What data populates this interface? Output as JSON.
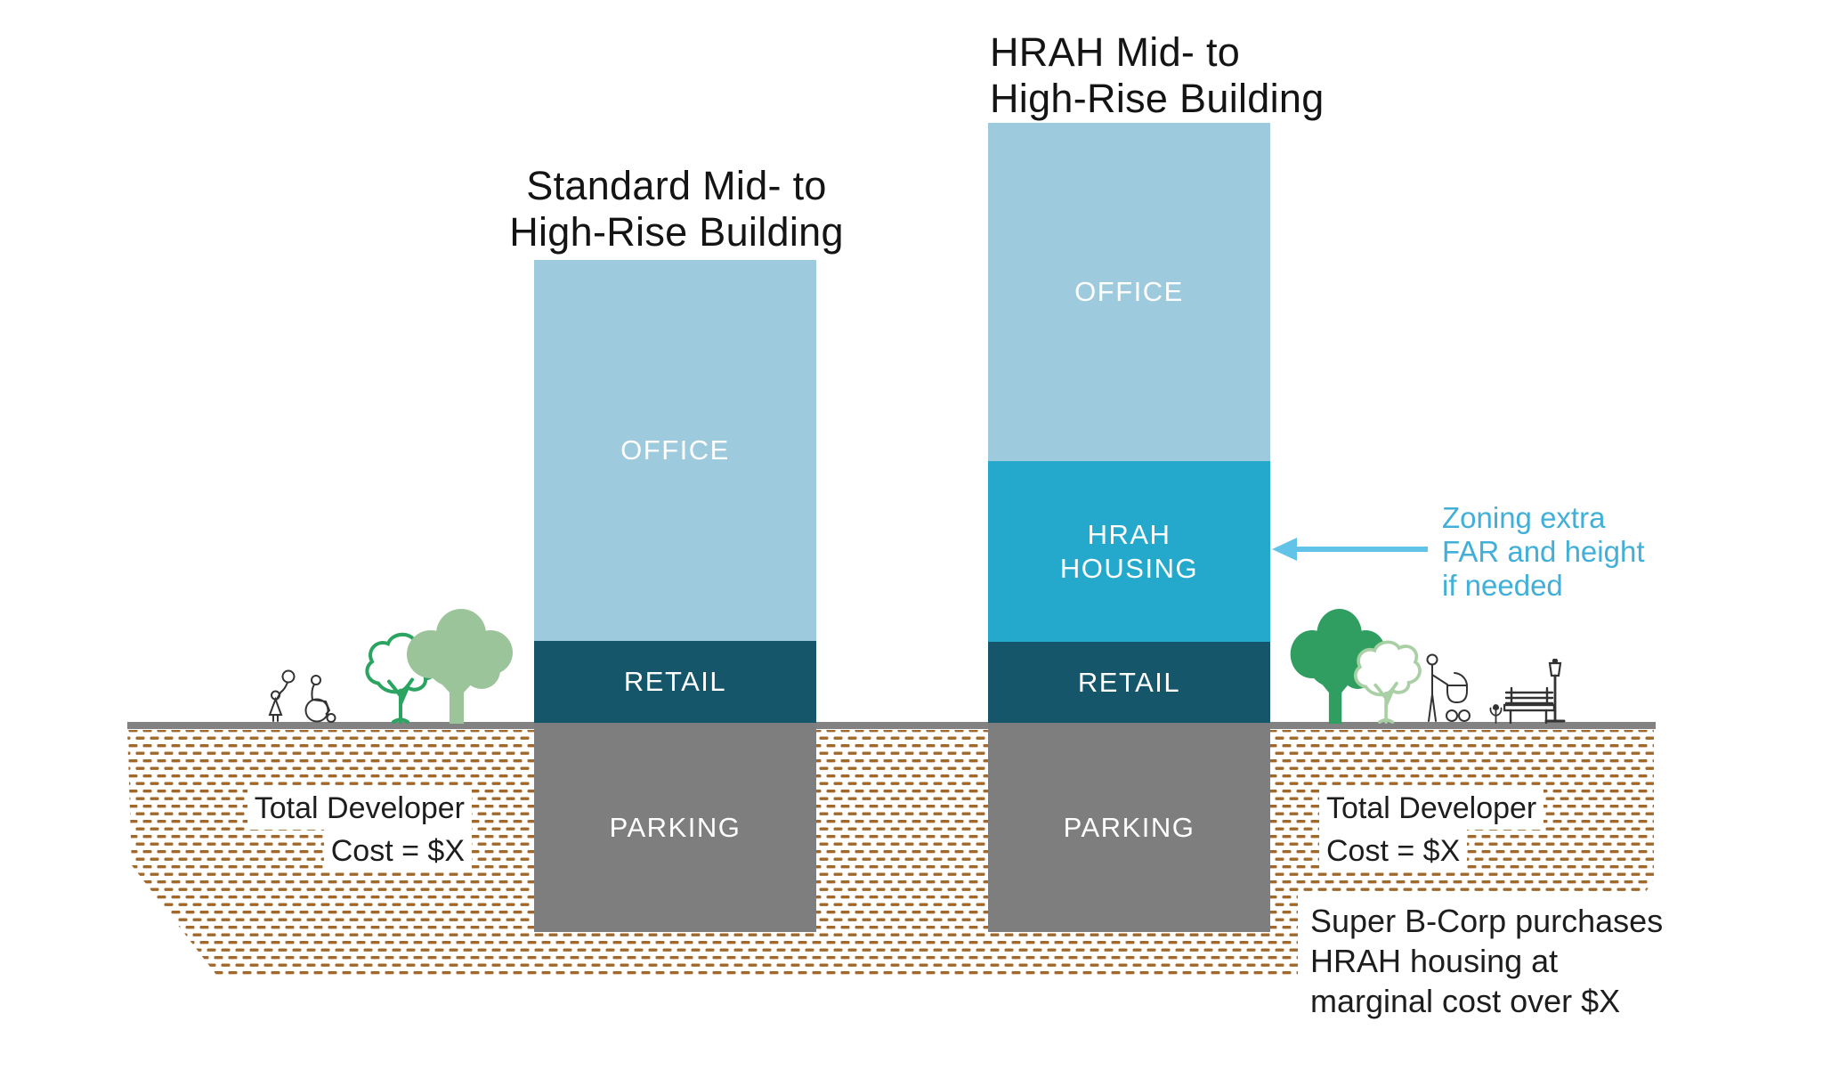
{
  "titles": {
    "standard": {
      "line1": "Standard Mid- to",
      "line2": "High-Rise Building"
    },
    "hrah": {
      "line1": "HRAH Mid- to",
      "line2": "High-Rise Building"
    }
  },
  "buildings": {
    "standard": {
      "sections": [
        {
          "label": "OFFICE",
          "color": "#9ecadd"
        },
        {
          "label": "RETAIL",
          "color": "#16566a"
        },
        {
          "label": "PARKING",
          "color": "#7e7e7e"
        }
      ]
    },
    "hrah": {
      "sections": [
        {
          "label": "OFFICE",
          "color": "#9ecadd"
        },
        {
          "label_line1": "HRAH",
          "label_line2": "HOUSING",
          "color": "#24a9cd"
        },
        {
          "label": "RETAIL",
          "color": "#16566a"
        },
        {
          "label": "PARKING",
          "color": "#7e7e7e"
        }
      ]
    }
  },
  "annotations": {
    "zoning": {
      "line1": "Zoning extra",
      "line2": "FAR and height",
      "line3": "if needed",
      "text_color": "#41afd7",
      "arrow_color": "#62c3e8"
    },
    "cost_left": {
      "line1": "Total Developer",
      "line2": "Cost = $X"
    },
    "cost_right": {
      "line1": "Total Developer",
      "line2": "Cost = $X"
    },
    "super_note": {
      "line1": "Super B-Corp purchases",
      "line2": "HRAH housing at",
      "line3": "marginal cost over $X"
    }
  },
  "ground": {
    "line_color": "#828282",
    "hatch_color": "#a1682a"
  },
  "scene": {
    "tree_solid_left_color": "#9cc49a",
    "tree_outline_left_color": "#2ca461",
    "tree_solid_right_color": "#2f9e60",
    "tree_outline_right_color": "#a9cfa4",
    "figure_color": "#333333"
  },
  "icons": [
    "child-with-balloon-icon",
    "wheelchair-person-icon",
    "tree-outline-icon",
    "tree-solid-icon",
    "person-with-stroller-icon",
    "flower-icon",
    "bench-icon",
    "street-lamp-icon",
    "left-arrow-icon"
  ]
}
